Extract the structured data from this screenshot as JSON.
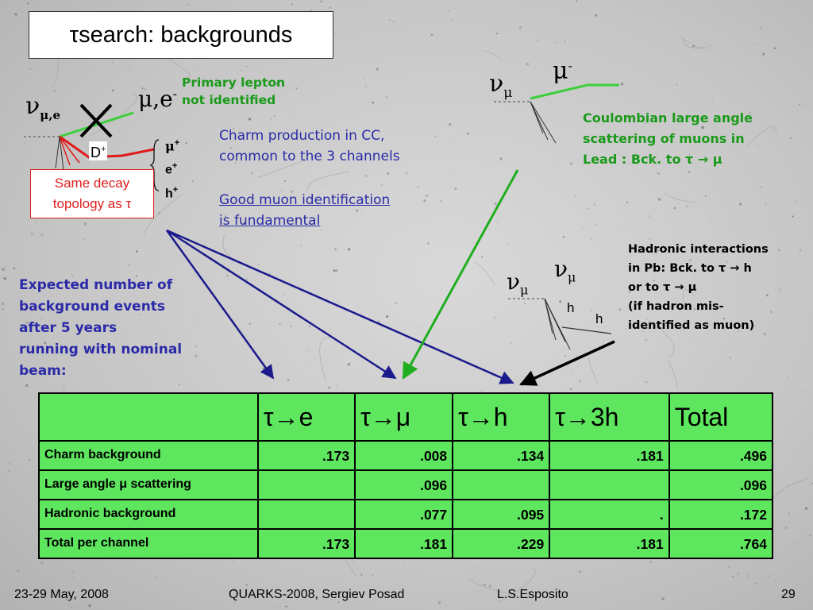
{
  "title": "τsearch: backgrounds",
  "left_diagram": {
    "nu_label": "ν",
    "nu_sub": "μ,e",
    "outgoing_lepton": "μ,e",
    "outgoing_sup": "-",
    "d_meson": "D",
    "d_sup": "+",
    "daughters": [
      {
        "label": "μ",
        "sup": "+"
      },
      {
        "label": "e",
        "sup": "+"
      },
      {
        "label": "h",
        "sup": "+"
      }
    ],
    "primary_note": [
      "Primary lepton",
      "not identified"
    ],
    "same_decay": [
      "Same decay",
      "topology as τ"
    ]
  },
  "charm_text": [
    "Charm production in CC,",
    "common to the 3 channels"
  ],
  "muon_id_text": [
    "Good muon identification",
    "is fundamental"
  ],
  "right_top_diagram": {
    "nu_label": "ν",
    "nu_sub": "μ",
    "mu_label": "μ",
    "mu_sup": "-"
  },
  "coulomb_note": [
    "Coulombian large angle",
    "scattering of muons in",
    "Lead : Bck. to τ → μ"
  ],
  "right_mid_diagram": {
    "nu_in": "ν",
    "nu_in_sub": "μ",
    "nu_out": "ν",
    "nu_out_sub": "μ",
    "h1": "h",
    "h2": "h"
  },
  "hadronic_note": [
    "Hadronic interactions",
    "in Pb: Bck. to τ → h",
    "or to τ → μ",
    "(if hadron mis-",
    "identified as muon)"
  ],
  "expected_note": [
    "Expected number of",
    "background events",
    "after 5 years",
    "running with nominal",
    "beam:"
  ],
  "table": {
    "headers": [
      "",
      "τ→e",
      "τ→μ",
      "τ→h",
      "τ→3h",
      "Total"
    ],
    "rows": [
      {
        "label": "Charm background",
        "cells": [
          ".173",
          ".008",
          ".134",
          ".181",
          ".496"
        ]
      },
      {
        "label": "Large angle μ scattering",
        "cells": [
          "",
          ".096",
          "",
          "",
          ".096"
        ]
      },
      {
        "label": "Hadronic background",
        "cells": [
          "",
          ".077",
          ".095",
          ".",
          ".172"
        ]
      },
      {
        "label": "Total per channel",
        "cells": [
          ".173",
          ".181",
          ".229",
          ".181",
          ".764"
        ]
      }
    ]
  },
  "footer": {
    "date": "23-29 May, 2008",
    "conference": "QUARKS-2008, Sergiev Posad",
    "author": "L.S.Esposito",
    "page": "29"
  },
  "colors": {
    "green_track": "#3ccf3c",
    "red_track": "#e01a1a",
    "blue_arrow": "#1a1a8c",
    "table_fill": "#5ee65e"
  }
}
